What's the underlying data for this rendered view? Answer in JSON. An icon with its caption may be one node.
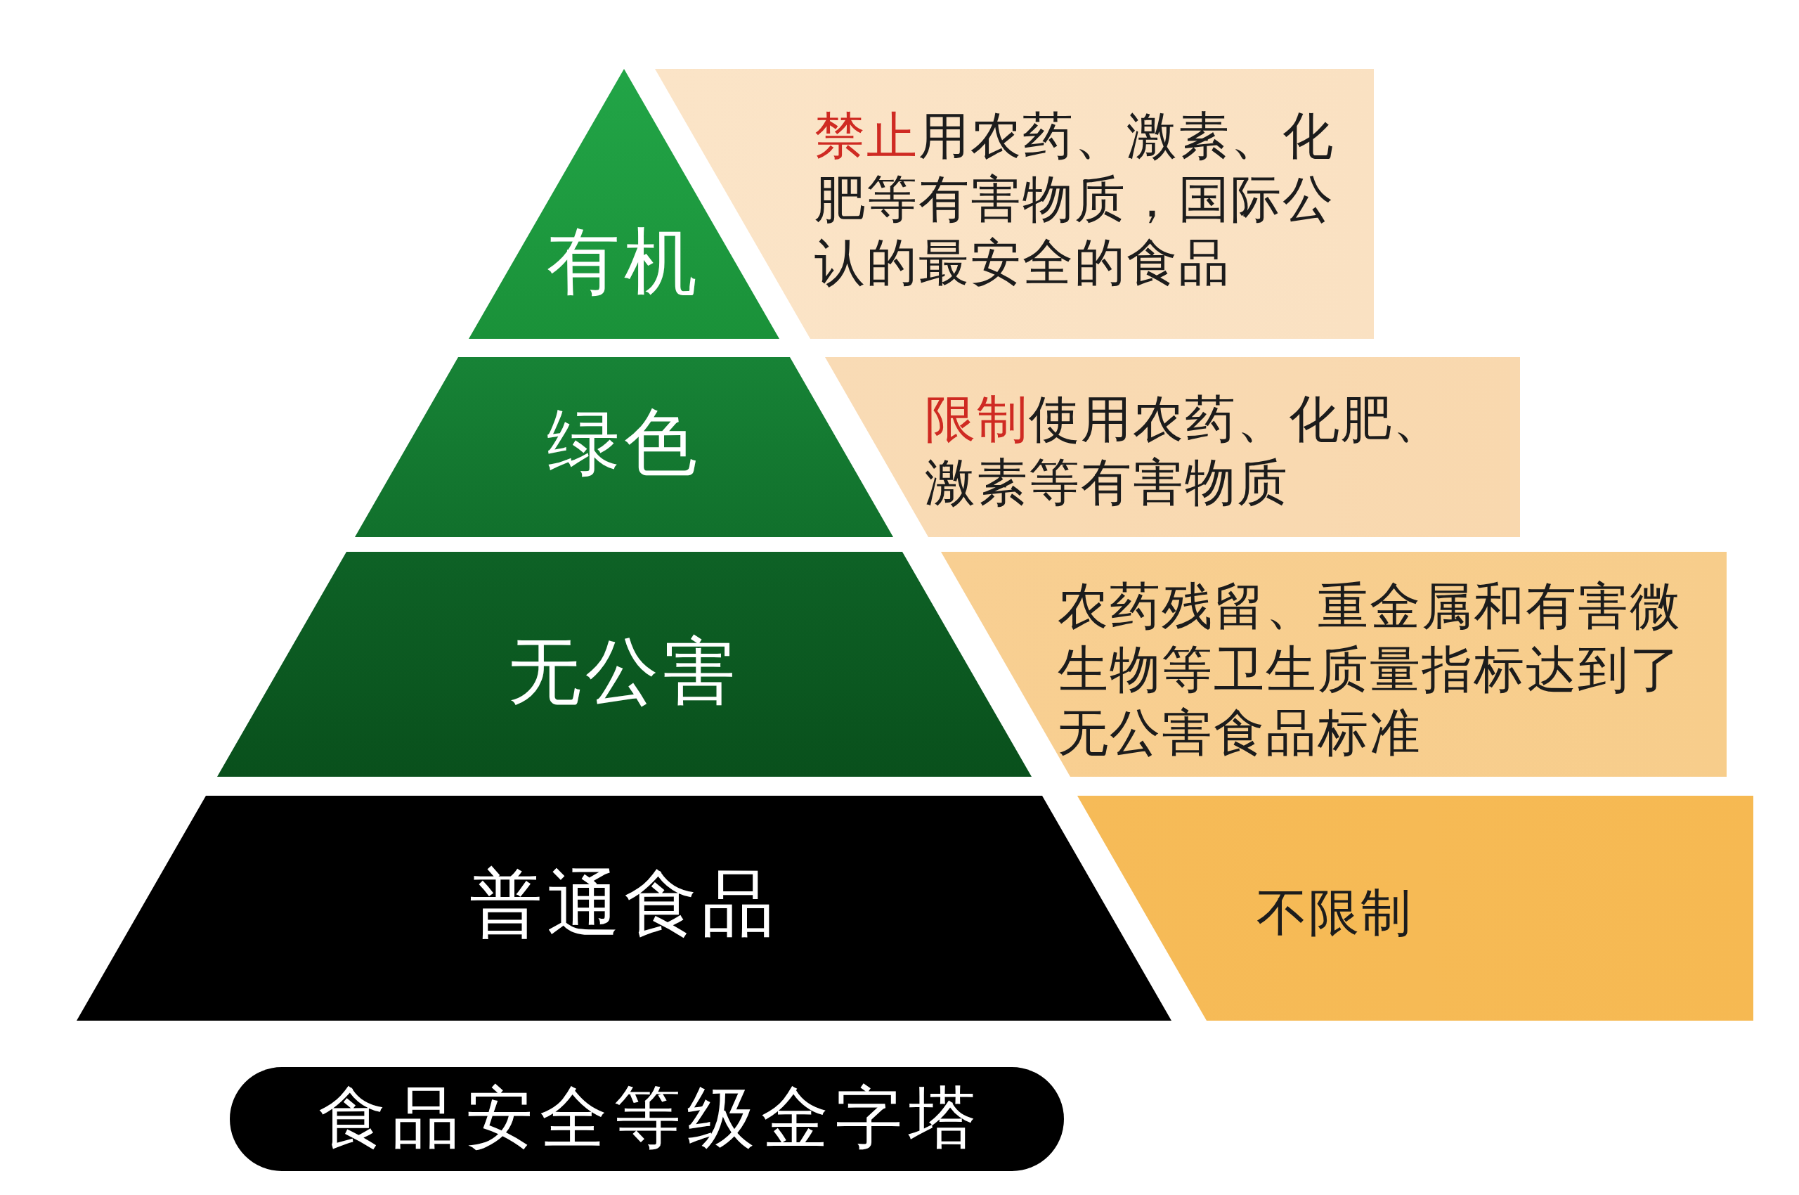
{
  "diagram": {
    "title": "食品安全等级金字塔",
    "nodes": [
      {
        "text": [
          "有机"
        ]
      },
      {
        "text": [
          "**禁止**用农药、激素、化肥等有害物质，国际公认的最安全的食品"
        ]
      },
      {
        "text": [
          "绿色"
        ]
      },
      {
        "text": [
          "**限制**使用农药、化肥、激素等有害物质"
        ]
      },
      {
        "text": [
          "无公害"
        ]
      },
      {
        "text": [
          "农药残留、重金属和有害微生物等卫生质量指标达到了无公害食品标准"
        ]
      },
      {
        "text": [
          "普通食品"
        ]
      },
      {
        "text": [
          "不限制"
        ]
      }
    ]
  }
}
